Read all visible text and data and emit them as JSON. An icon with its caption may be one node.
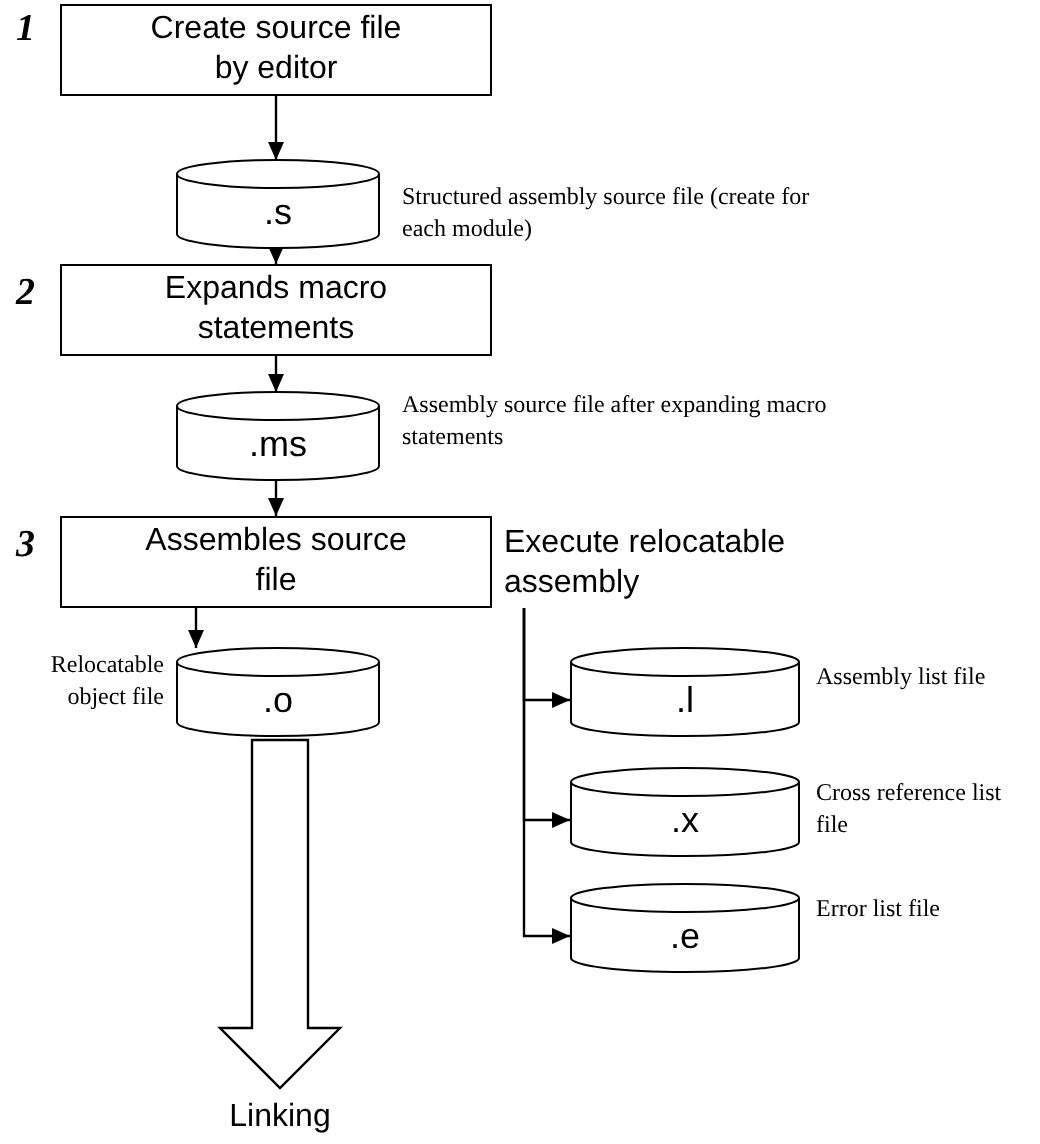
{
  "diagram": {
    "nodes": [
      {
        "text": [
          "Create source file by editor"
        ]
      },
      {
        "text": [
          ".s"
        ],
        "beside": [
          "Structured assembly source file (create for each module)"
        ]
      },
      {
        "text": [
          "Expands macro statements"
        ]
      },
      {
        "text": [
          ".ms"
        ],
        "beside": [
          "Assembly source file after expanding macro statements"
        ]
      },
      {
        "text": [
          "Assembles source file"
        ],
        "beside": [
          "Execute relocatable assembly"
        ]
      },
      {
        "text": [
          ".o"
        ],
        "beside": [
          "Relocatable object file"
        ]
      },
      {
        "text": [
          ".l"
        ],
        "beside": [
          "Assembly list file"
        ]
      },
      {
        "text": [
          ".x"
        ],
        "beside": [
          "Cross reference list file"
        ]
      },
      {
        "text": [
          ".e"
        ],
        "beside": [
          "Error list file"
        ]
      },
      {
        "text": [
          "Linking"
        ]
      }
    ],
    "edges": [
      {
        "from": 0,
        "to": 1,
        "arrow": "to"
      },
      {
        "from": 1,
        "to": 2,
        "arrow": "to"
      },
      {
        "from": 2,
        "to": 3,
        "arrow": "to"
      },
      {
        "from": 3,
        "to": 4,
        "arrow": "to"
      },
      {
        "from": 4,
        "to": 5,
        "arrow": "to"
      },
      {
        "from": 4,
        "to": 6,
        "arrow": "to"
      },
      {
        "from": 4,
        "to": 7,
        "arrow": "to"
      },
      {
        "from": 4,
        "to": 8,
        "arrow": "to"
      },
      {
        "from": 5,
        "to": 9,
        "arrow": "to",
        "style": "thick"
      }
    ],
    "labels": [
      "1",
      "2",
      "3"
    ]
  }
}
